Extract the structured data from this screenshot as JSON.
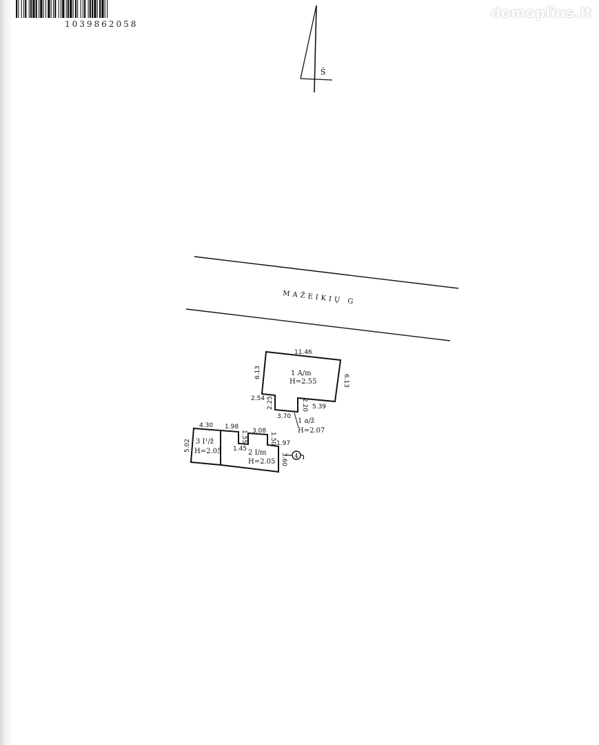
{
  "header": {
    "barcode_number": "1039862058",
    "watermark": "domoplius.lt"
  },
  "north_arrow": {
    "label": "Š"
  },
  "street": {
    "name": "MAŽEIKIŲ G"
  },
  "building_1": {
    "name": "1 A/m",
    "height": "H=2.55",
    "dims": {
      "top": "11.46",
      "left": "6.13",
      "right": "6.13",
      "step_left": "2.54",
      "step_left_vertical": "2.25",
      "step_right_vertical": "2.20",
      "bottom_right": "5.39",
      "bottom": "3.70"
    }
  },
  "annex_1a": {
    "name": "1 a/ž",
    "height": "H=2.07"
  },
  "building_3": {
    "name": "3 I¹/ž",
    "height": "H=2.05",
    "dims": {
      "top": "4.30",
      "left": "5.02"
    }
  },
  "building_2": {
    "name": "2 I/m",
    "height": "H=2.05",
    "marker": "4",
    "dims": {
      "top_left": "1.98",
      "notch_left": "1.55",
      "top_right": "3.08",
      "notch_right": "1.50",
      "notch_bottom": "1.45",
      "step_right": "1.97",
      "right": "3.60"
    }
  }
}
